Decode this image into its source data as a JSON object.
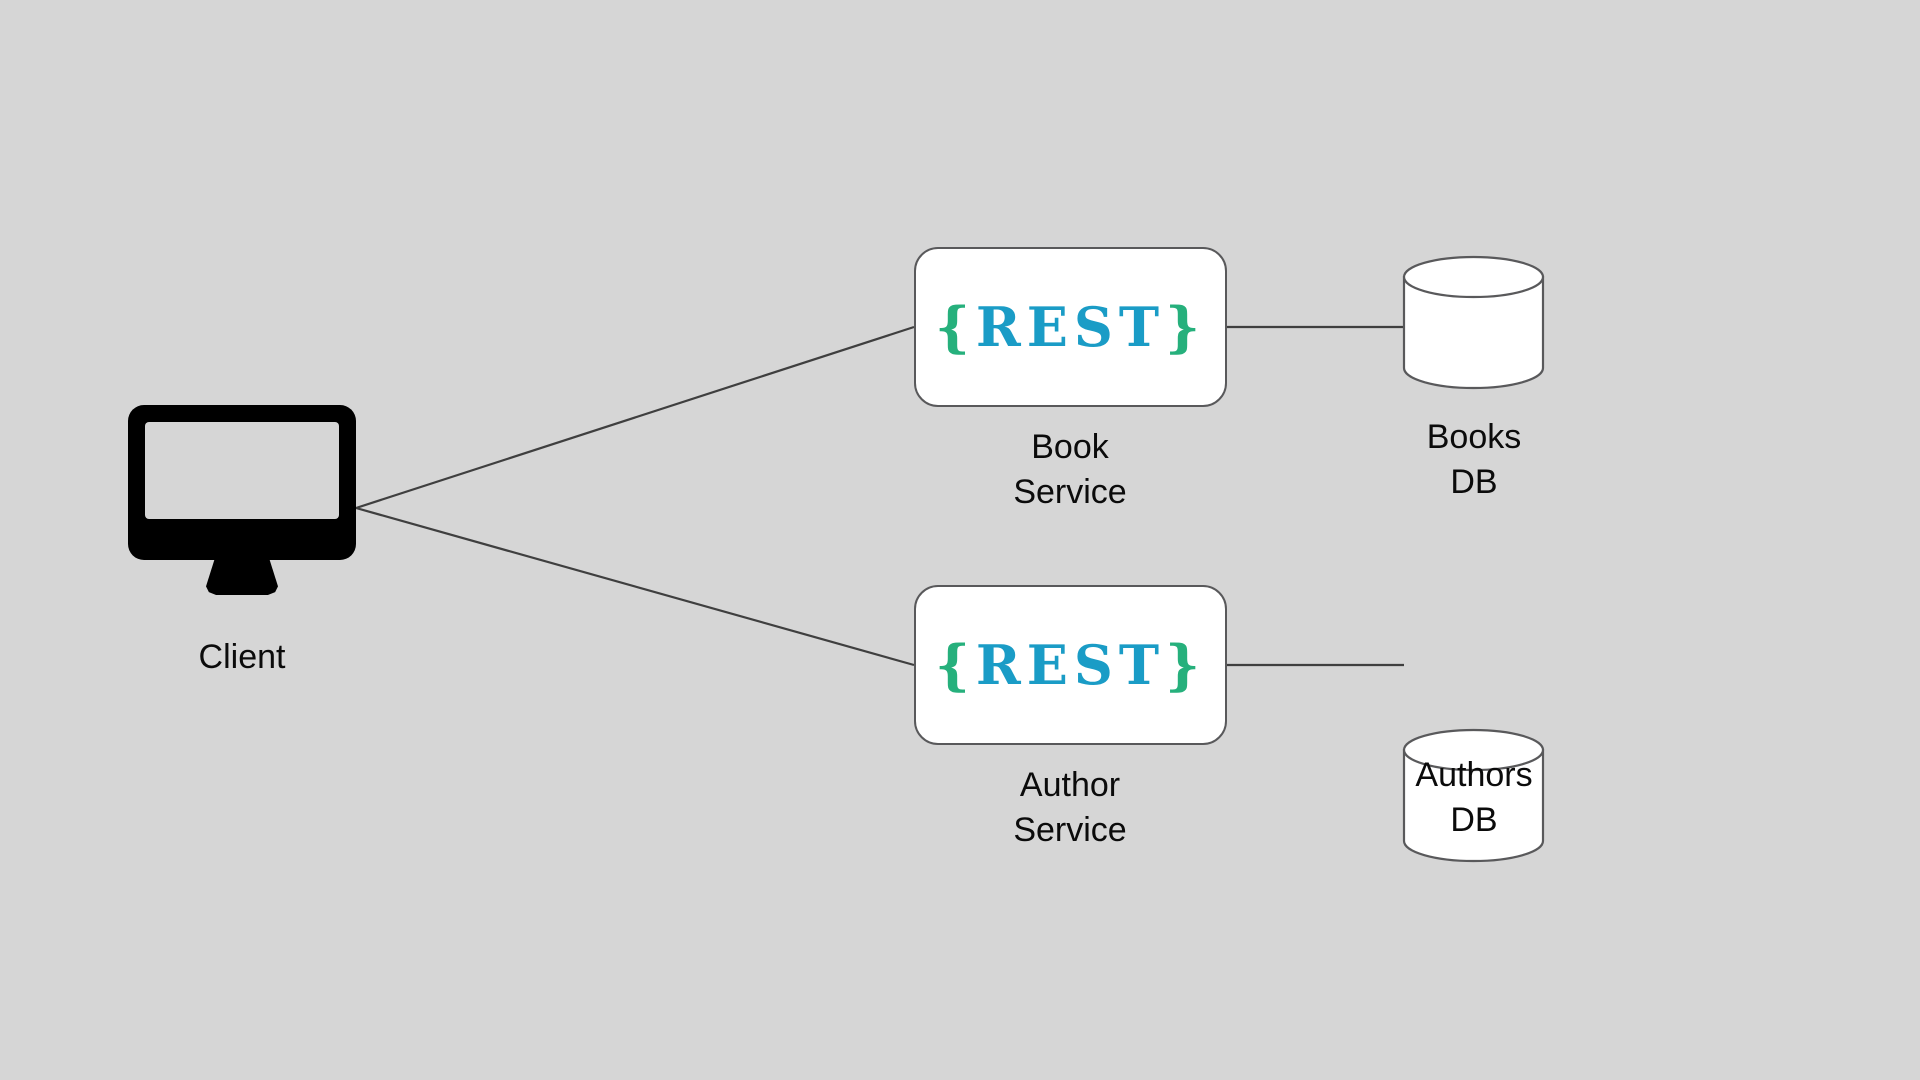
{
  "diagram": {
    "background_color": "#d6d6d6",
    "line_color": "#3f3f3f",
    "nodes": {
      "client": {
        "label": "Client",
        "icon": "desktop-monitor-icon",
        "color": "#000000"
      },
      "book_service": {
        "label": "Book\nService",
        "badge_brace_left": "{",
        "badge_text": "REST",
        "badge_brace_right": "}",
        "brace_color": "#26b07c",
        "text_color": "#1a9cc6",
        "fill": "#ffffff",
        "stroke": "#59595b"
      },
      "author_service": {
        "label": "Author\nService",
        "badge_brace_left": "{",
        "badge_text": "REST",
        "badge_brace_right": "}",
        "brace_color": "#26b07c",
        "text_color": "#1a9cc6",
        "fill": "#ffffff",
        "stroke": "#59595b"
      },
      "books_db": {
        "label": "Books\nDB",
        "icon": "database-cylinder-icon",
        "fill": "#ffffff",
        "stroke": "#59595b"
      },
      "authors_db": {
        "label": "Authors\nDB",
        "icon": "database-cylinder-icon",
        "fill": "#ffffff",
        "stroke": "#59595b"
      }
    },
    "edges": [
      {
        "from": "client",
        "to": "book_service"
      },
      {
        "from": "client",
        "to": "author_service"
      },
      {
        "from": "book_service",
        "to": "books_db"
      },
      {
        "from": "author_service",
        "to": "authors_db"
      }
    ]
  }
}
